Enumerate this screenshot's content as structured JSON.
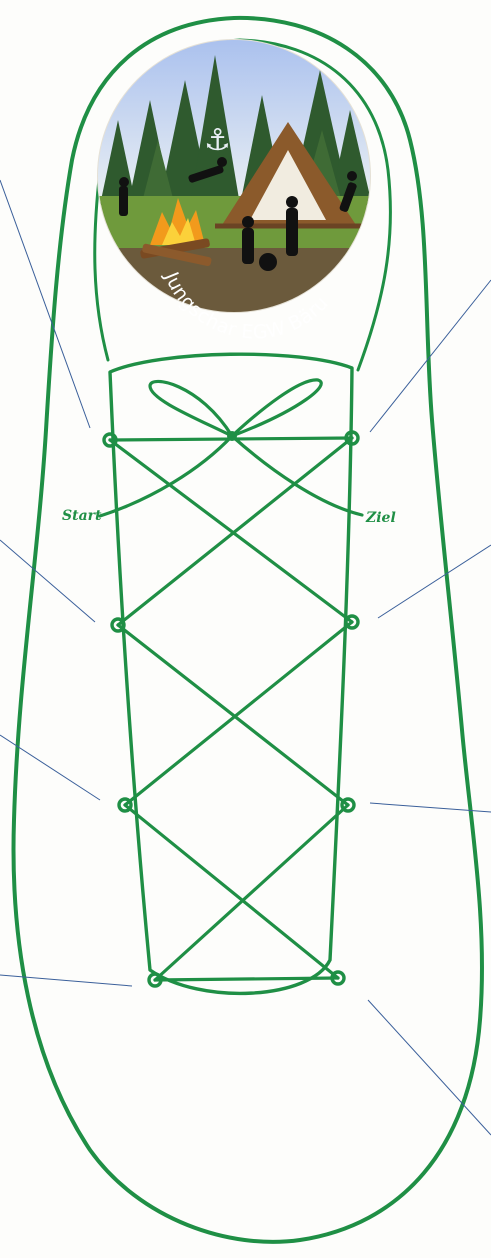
{
  "logo": {
    "text": "Jungschar EGW Bäru",
    "colors": {
      "sky": "#9fb8e6",
      "grass": "#6f9a3c",
      "ground": "#6b5a3c",
      "tent": "#8b5a2b",
      "tent_inner": "#f1ece0",
      "tree": "#2f5a2e"
    }
  },
  "labels": {
    "start": "Start",
    "goal": "Ziel"
  },
  "colors": {
    "outline": "#1f8f45",
    "leader": "#3a5f9a"
  }
}
